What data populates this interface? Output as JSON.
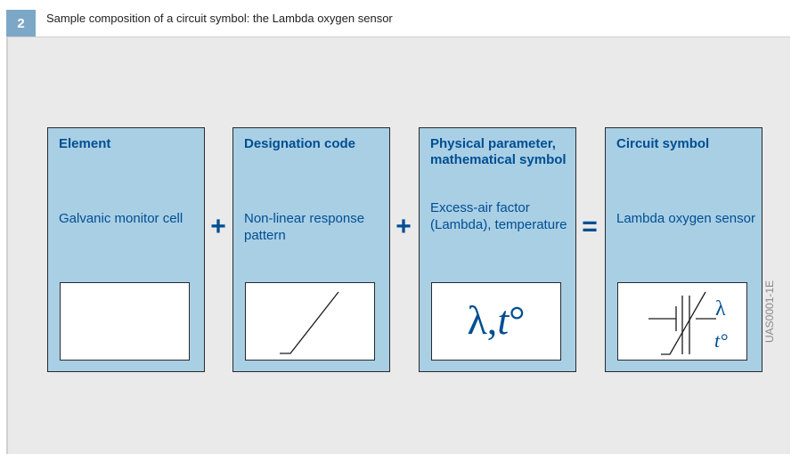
{
  "figure": {
    "number": "2",
    "caption": "Sample composition of a circuit symbol: the Lambda oxygen sensor",
    "code": "UAS0001-1E"
  },
  "colors": {
    "box_fill": "#a9cfe5",
    "text_blue": "#004e92",
    "background": "#eaeaea"
  },
  "boxes": [
    {
      "title": "Element",
      "description": "Galvanic monitor cell",
      "symbol": "empty"
    },
    {
      "title": "Designation code",
      "description": "Non-linear response pattern",
      "symbol": "nonlinear-curve"
    },
    {
      "title": "Physical parameter, mathematical symbol",
      "description": "Excess-air factor (Lambda), temperature",
      "symbol": "lambda-t"
    },
    {
      "title": "Circuit symbol",
      "description": "Lambda oxygen sensor",
      "symbol": "sensor-symbol"
    }
  ],
  "operators": [
    "+",
    "+",
    "="
  ],
  "symbols": {
    "lambda_t_text": "λ,",
    "t_text": "t",
    "degree": "°",
    "lambda": "λ",
    "t_deg": "t°"
  }
}
